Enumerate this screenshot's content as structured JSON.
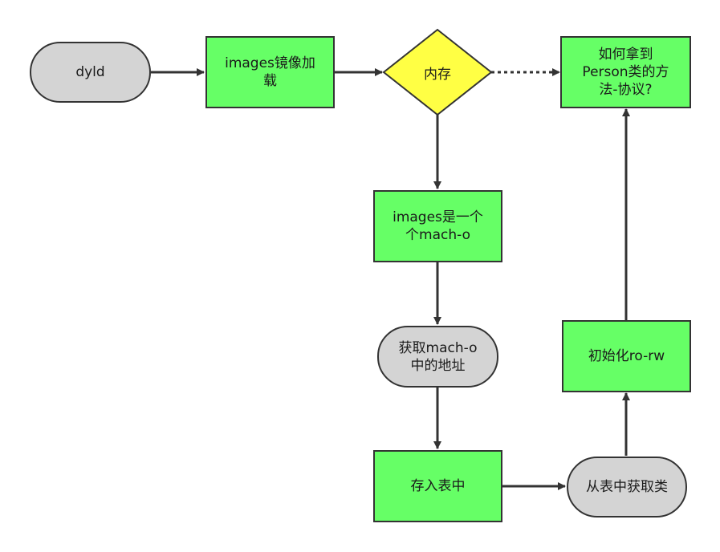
{
  "colors": {
    "process": "#66ff66",
    "terminal": "#d4d4d4",
    "decision": "#ffff44",
    "stroke": "#333333"
  },
  "nodes": {
    "dyld": "dyld",
    "images_load": "images镜像加\n载",
    "memory": "内存",
    "question": "如何拿到\nPerson类的方\n法-协议?",
    "images_macho": "images是一个\n个mach-o",
    "get_address": "获取mach-o\n中的地址",
    "store_table": "存入表中",
    "get_class": "从表中获取类",
    "init_rorw": "初始化ro-rw"
  }
}
